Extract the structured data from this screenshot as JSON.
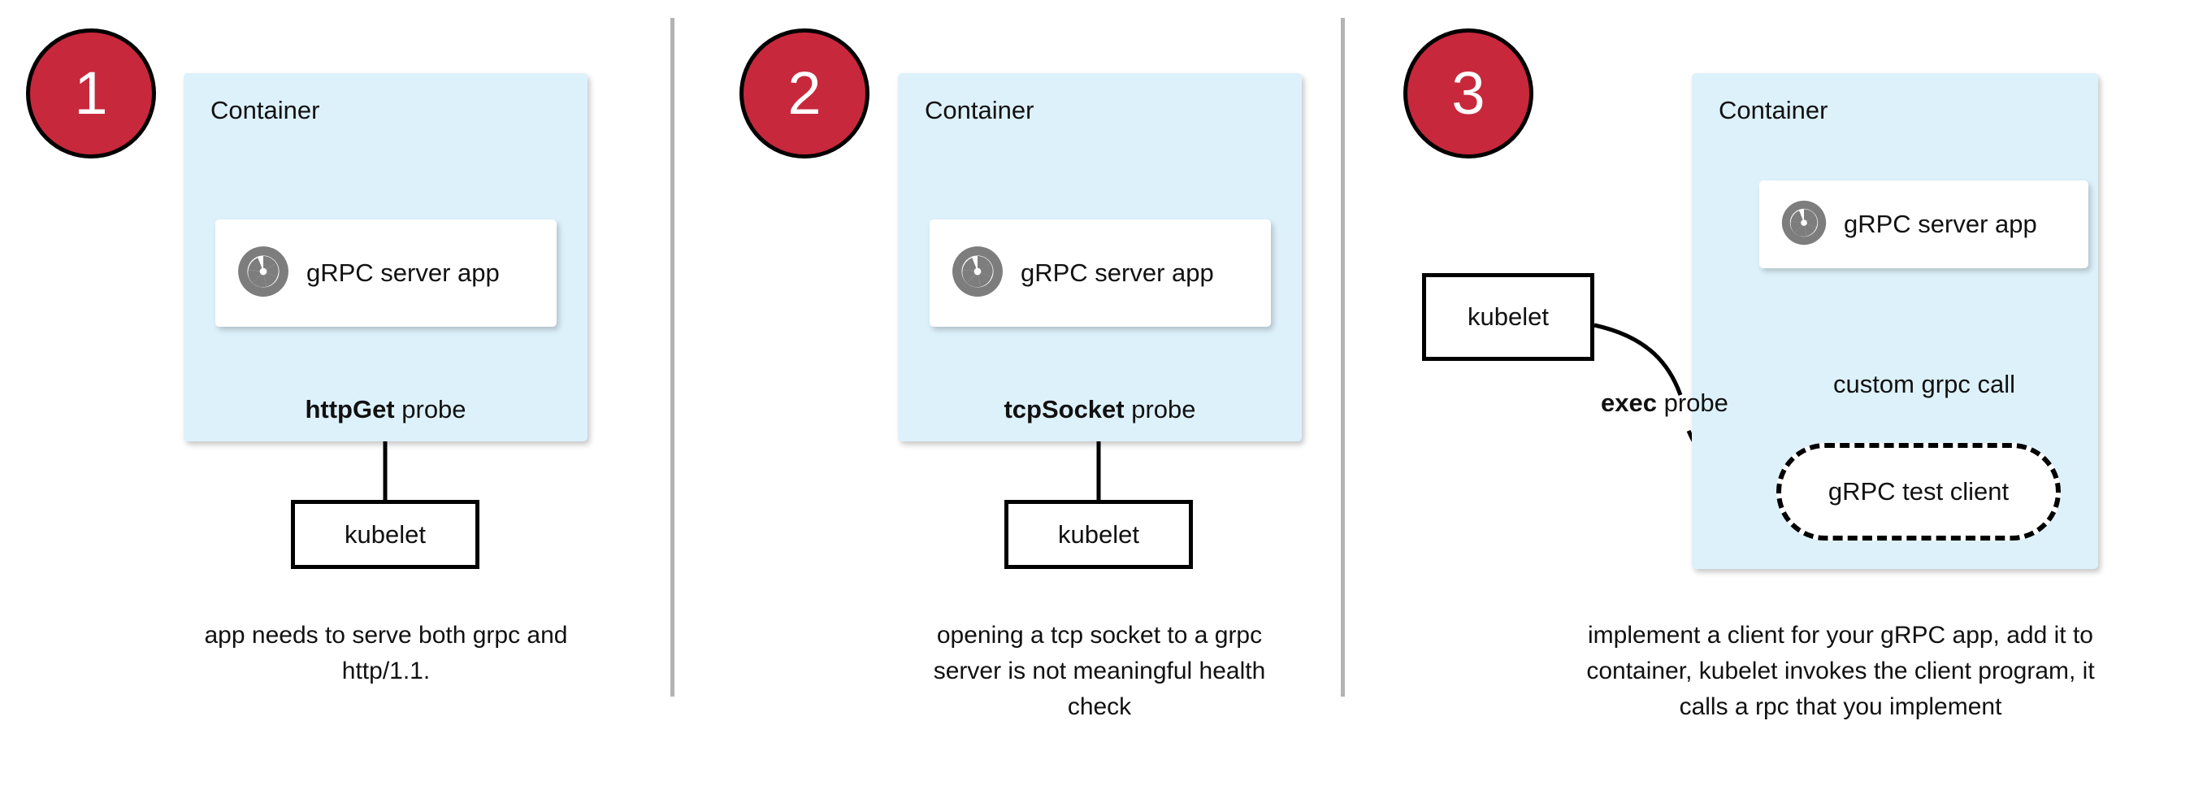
{
  "theme": {
    "badge_fill": "#c8283c",
    "badge_text": "#ffffff",
    "container_fill": "#ddf1fb",
    "card_fill": "#ffffff",
    "stroke": "#000000",
    "divider": "#b3b3b3",
    "icon_gray": "#7d7d7d"
  },
  "panels": [
    {
      "badge": "1",
      "container_label": "Container",
      "app_label": "gRPC server app",
      "app_icon": "grpc-logo-icon",
      "probe_label_bold": "httpGet",
      "probe_label_rest": " probe",
      "kubelet_label": "kubelet",
      "caption": "app needs to serve both grpc and http/1.1."
    },
    {
      "badge": "2",
      "container_label": "Container",
      "app_label": "gRPC server app",
      "app_icon": "grpc-logo-icon",
      "probe_label_bold": "tcpSocket",
      "probe_label_rest": " probe",
      "kubelet_label": "kubelet",
      "caption": "opening a tcp socket to a grpc server is not meaningful health check"
    },
    {
      "badge": "3",
      "container_label": "Container",
      "app_label": "gRPC server app",
      "app_icon": "grpc-logo-icon",
      "probe_label_bold": "exec",
      "probe_label_rest": " probe",
      "kubelet_label": "kubelet",
      "test_client_label": "gRPC test client",
      "call_label": "custom grpc call",
      "caption": "implement a client for your gRPC app, add it to container, kubelet invokes the client program, it calls a rpc that you implement"
    }
  ]
}
